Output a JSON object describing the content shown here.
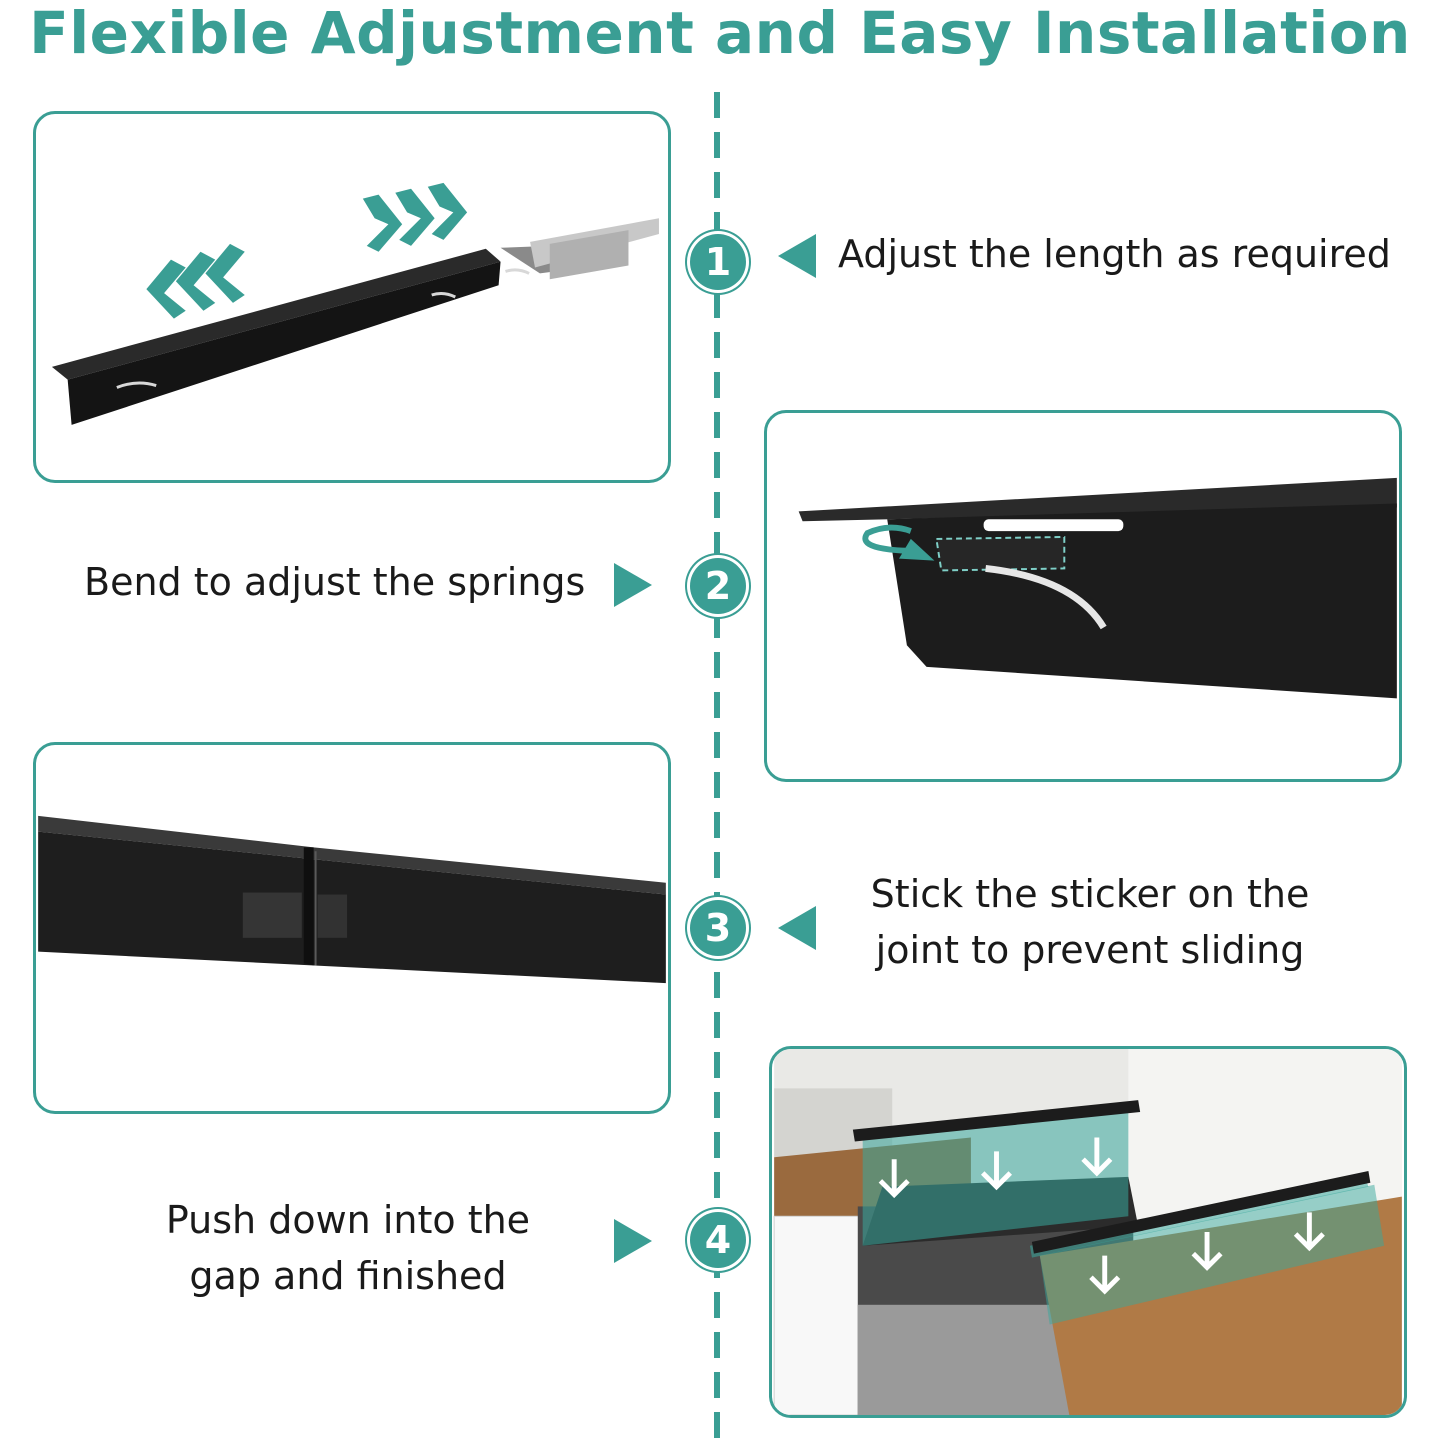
{
  "title": "Flexible Adjustment and Easy Installation",
  "steps": [
    {
      "number": "1",
      "caption_lines": [
        "Adjust the length as required"
      ]
    },
    {
      "number": "2",
      "caption_lines": [
        "Bend to adjust the springs"
      ]
    },
    {
      "number": "3",
      "caption_lines": [
        "Stick the sticker on the",
        "joint to prevent sliding"
      ]
    },
    {
      "number": "4",
      "caption_lines": [
        "Push down into the",
        "gap and finished"
      ]
    }
  ],
  "colors": {
    "accent": "#3a9e94",
    "product": "#1c1c1c"
  },
  "icons": [
    "triangle-pointer-icon",
    "chevron-arrows-icon",
    "curved-arrow-icon",
    "down-arrow-icon"
  ]
}
